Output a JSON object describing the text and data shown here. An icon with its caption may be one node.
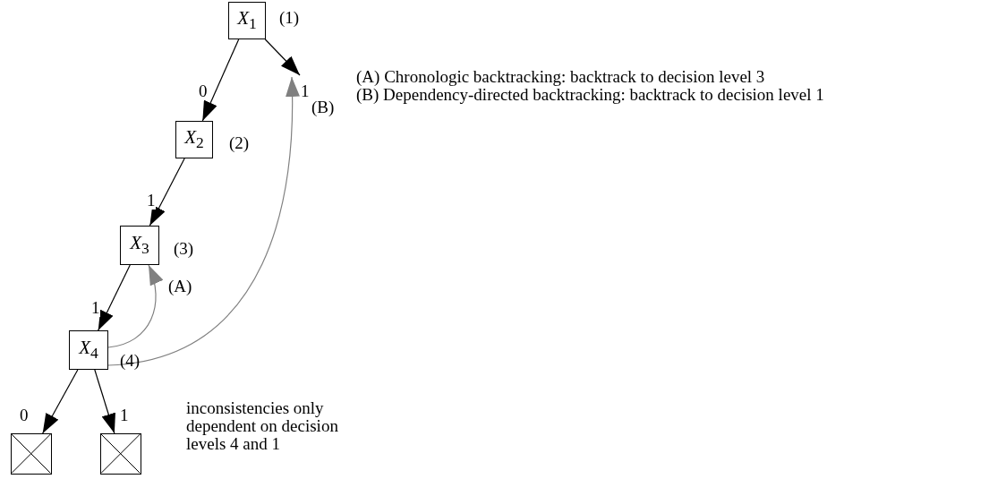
{
  "diagram": {
    "nodes": [
      {
        "text": [
          "*X*$_{1}$"
        ],
        "beside": [
          "(1)"
        ]
      },
      {
        "text": [
          "*X*$_{2}$"
        ],
        "beside": [
          "(2)"
        ]
      },
      {
        "text": [
          "*X*$_{3}$"
        ],
        "beside": [
          "(3)"
        ]
      },
      {
        "text": [
          "*X*$_{4}$"
        ],
        "beside": [
          "(4)"
        ]
      },
      {
        "text": [],
        "shape": "box"
      },
      {
        "text": [],
        "shape": "box"
      }
    ],
    "edges": [
      {
        "from": 0,
        "to": 1,
        "arrow": "to",
        "label": "0"
      },
      {
        "from": 0,
        "to": null,
        "arrow": "to",
        "label": "1"
      },
      {
        "from": 1,
        "to": 2,
        "arrow": "to",
        "label": "1"
      },
      {
        "from": 2,
        "to": 3,
        "arrow": "to",
        "label": "1"
      },
      {
        "from": 3,
        "to": 4,
        "arrow": "to",
        "label": "0"
      },
      {
        "from": 3,
        "to": 5,
        "arrow": "to",
        "label": "1"
      },
      {
        "from": 3,
        "to": 2,
        "arrow": "to",
        "label": "(A)",
        "color": "#808080"
      },
      {
        "from": 3,
        "to": null,
        "arrow": "to",
        "label": "(B)",
        "color": "#808080"
      }
    ],
    "labels": [
      "(A) Chronologic backtracking: backtrack to decision level 3",
      "(B) Dependency-directed backtracking: backtrack to decision level 1",
      "inconsistencies only dependent on decision levels 4 and 1"
    ]
  }
}
